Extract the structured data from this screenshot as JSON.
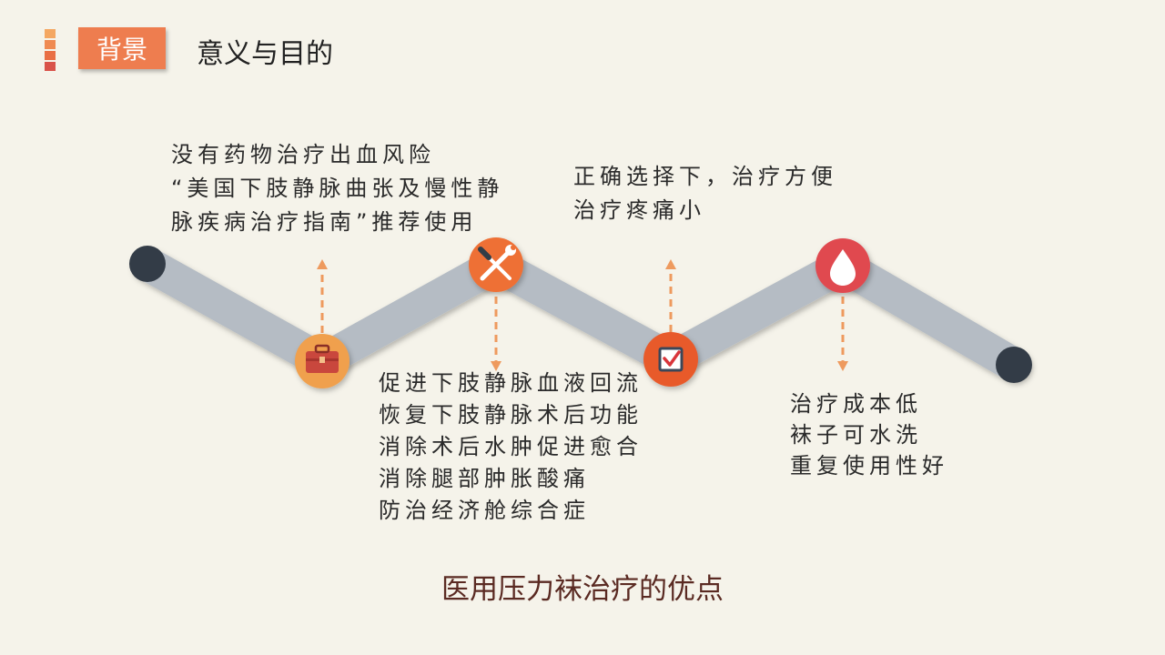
{
  "header": {
    "badge": "背景",
    "title": "意义与目的"
  },
  "colors": {
    "accent_orange": "#ee7d4f",
    "zigzag_band": "#b5bcc4",
    "endpoint_dark": "#333c47",
    "node_briefcase": "#f0a04e",
    "node_tools": "#ee7036",
    "node_checkbox": "#e85a2c",
    "node_drop": "#e04850",
    "connector": "#ee9a5e",
    "caption_text": "#5a2a22"
  },
  "icons": {
    "node1": "briefcase-icon",
    "node2": "wrench-screwdriver-icon",
    "node3": "checkbox-icon",
    "node4": "blood-drop-icon"
  },
  "callouts": {
    "top_left": [
      "没有药物治疗出血风险",
      "“美国下肢静脉曲张及慢性静",
      "脉疾病治疗指南”推荐使用"
    ],
    "top_right": [
      "正确选择下，治疗方便",
      "治疗疼痛小"
    ],
    "bottom_middle": [
      "促进下肢静脉血液回流",
      "恢复下肢静脉术后功能",
      "消除术后水肿促进愈合",
      "消除腿部肿胀酸痛",
      "防治经济舱综合症"
    ],
    "bottom_right": [
      "治疗成本低",
      "袜子可水洗",
      "重复使用性好"
    ]
  },
  "caption": "医用压力袜治疗的优点"
}
